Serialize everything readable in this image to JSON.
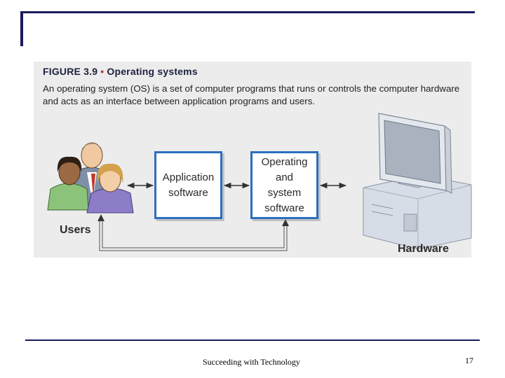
{
  "figure": {
    "number": "FIGURE 3.9",
    "title": "Operating systems",
    "caption": "An operating system (OS) is a set of computer programs that runs or controls the computer hardware and acts as an interface between application programs and users."
  },
  "boxes": {
    "application_software": [
      "Application",
      "software"
    ],
    "operating_system": [
      "Operating",
      "and",
      "system",
      "software"
    ]
  },
  "labels": {
    "users": "Users",
    "hardware": "Hardware"
  },
  "footer": {
    "title": "Succeeding with Technology",
    "page_number": "17"
  },
  "colors": {
    "frame": "#1a1a5e",
    "box_border": "#2b6fbf",
    "panel_bg": "#ececec"
  }
}
